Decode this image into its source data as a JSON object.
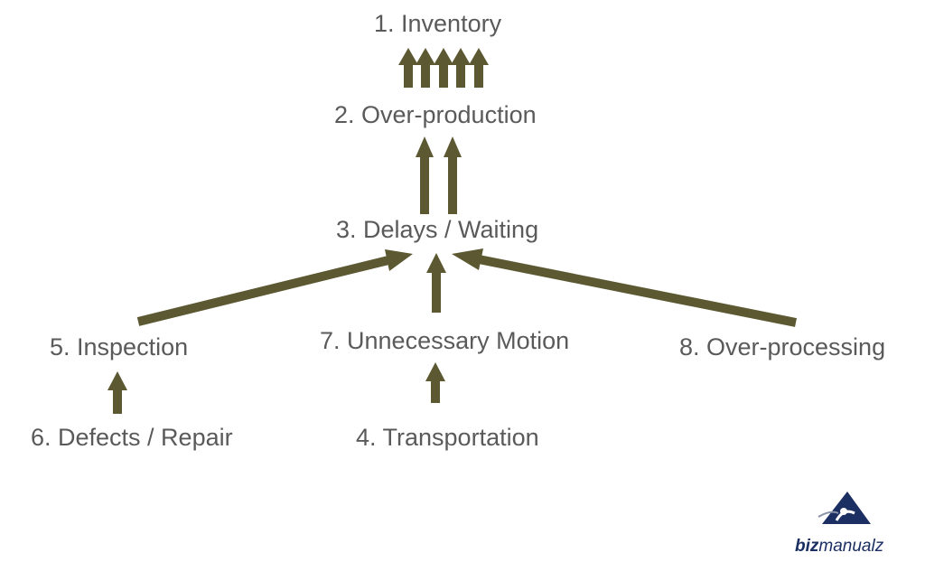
{
  "nodes": {
    "inventory": "1. Inventory",
    "over_production": "2. Over-production",
    "delays": "3. Delays / Waiting",
    "inspection": "5. Inspection",
    "motion": "7. Unnecessary Motion",
    "over_processing": "8. Over-processing",
    "defects": "6. Defects / Repair",
    "transportation": "4. Transportation"
  },
  "logo": {
    "brand_bold": "biz",
    "brand_rest": "manualz"
  },
  "colors": {
    "arrow": "#5b5832",
    "text": "#5a5a5a",
    "logo_blue": "#1c2f63"
  }
}
